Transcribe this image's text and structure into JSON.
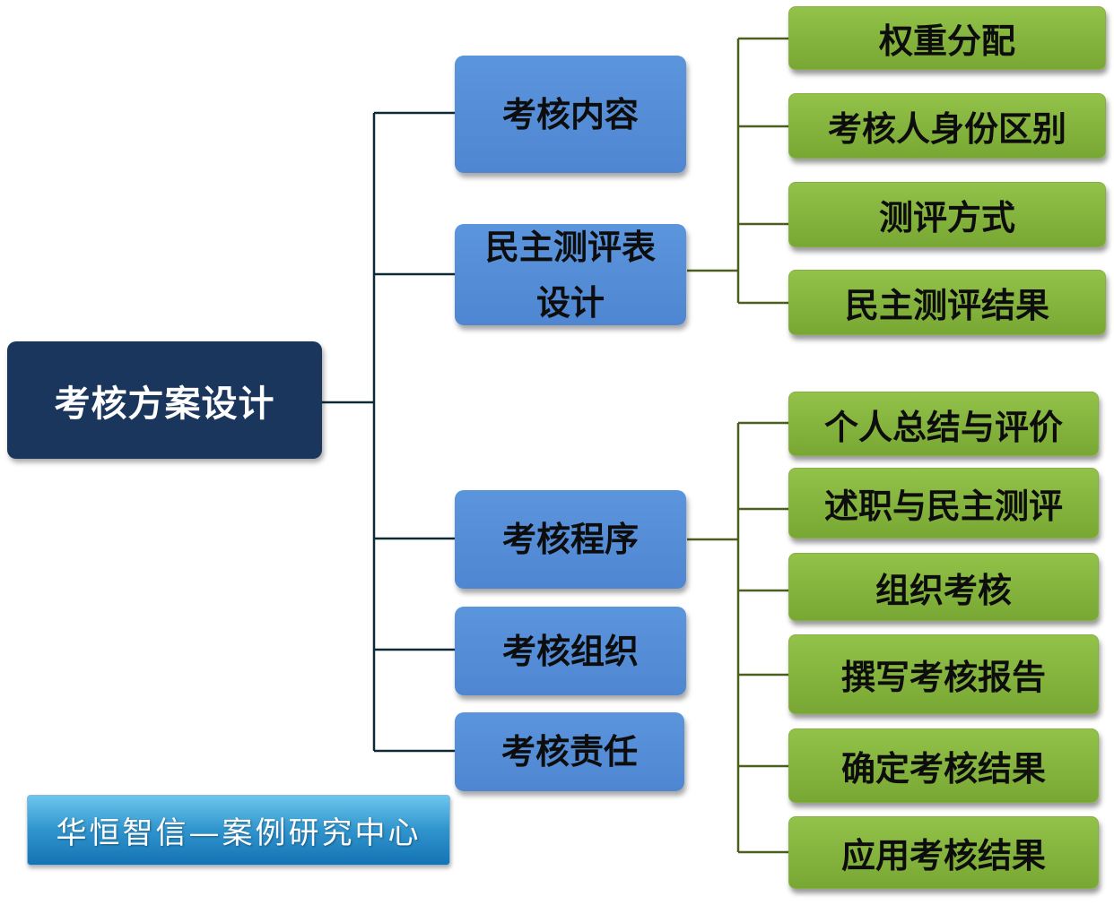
{
  "root": {
    "label": "考核方案设计"
  },
  "categories": [
    {
      "label": "考核内容"
    },
    {
      "label": "民主测评表设计"
    },
    {
      "label": "考核程序"
    },
    {
      "label": "考核组织"
    },
    {
      "label": "考核责任"
    }
  ],
  "measure_items": [
    {
      "label": "权重分配"
    },
    {
      "label": "考核人身份区别"
    },
    {
      "label": "测评方式"
    },
    {
      "label": "民主测评结果"
    }
  ],
  "procedure_steps": [
    {
      "label": "个人总结与评价"
    },
    {
      "label": "述职与民主测评"
    },
    {
      "label": "组织考核"
    },
    {
      "label": "撰写考核报告"
    },
    {
      "label": "确定考核结果"
    },
    {
      "label": "应用考核结果"
    }
  ],
  "footer": {
    "brand": "华恒智信—案例研究中心"
  },
  "colors": {
    "root": "#1b365d",
    "category": "#558dd6",
    "leaf": "#86b540",
    "connector_dark": "#0e2a36",
    "connector_green": "#4d5f1c",
    "banner": "#2f94cd"
  }
}
